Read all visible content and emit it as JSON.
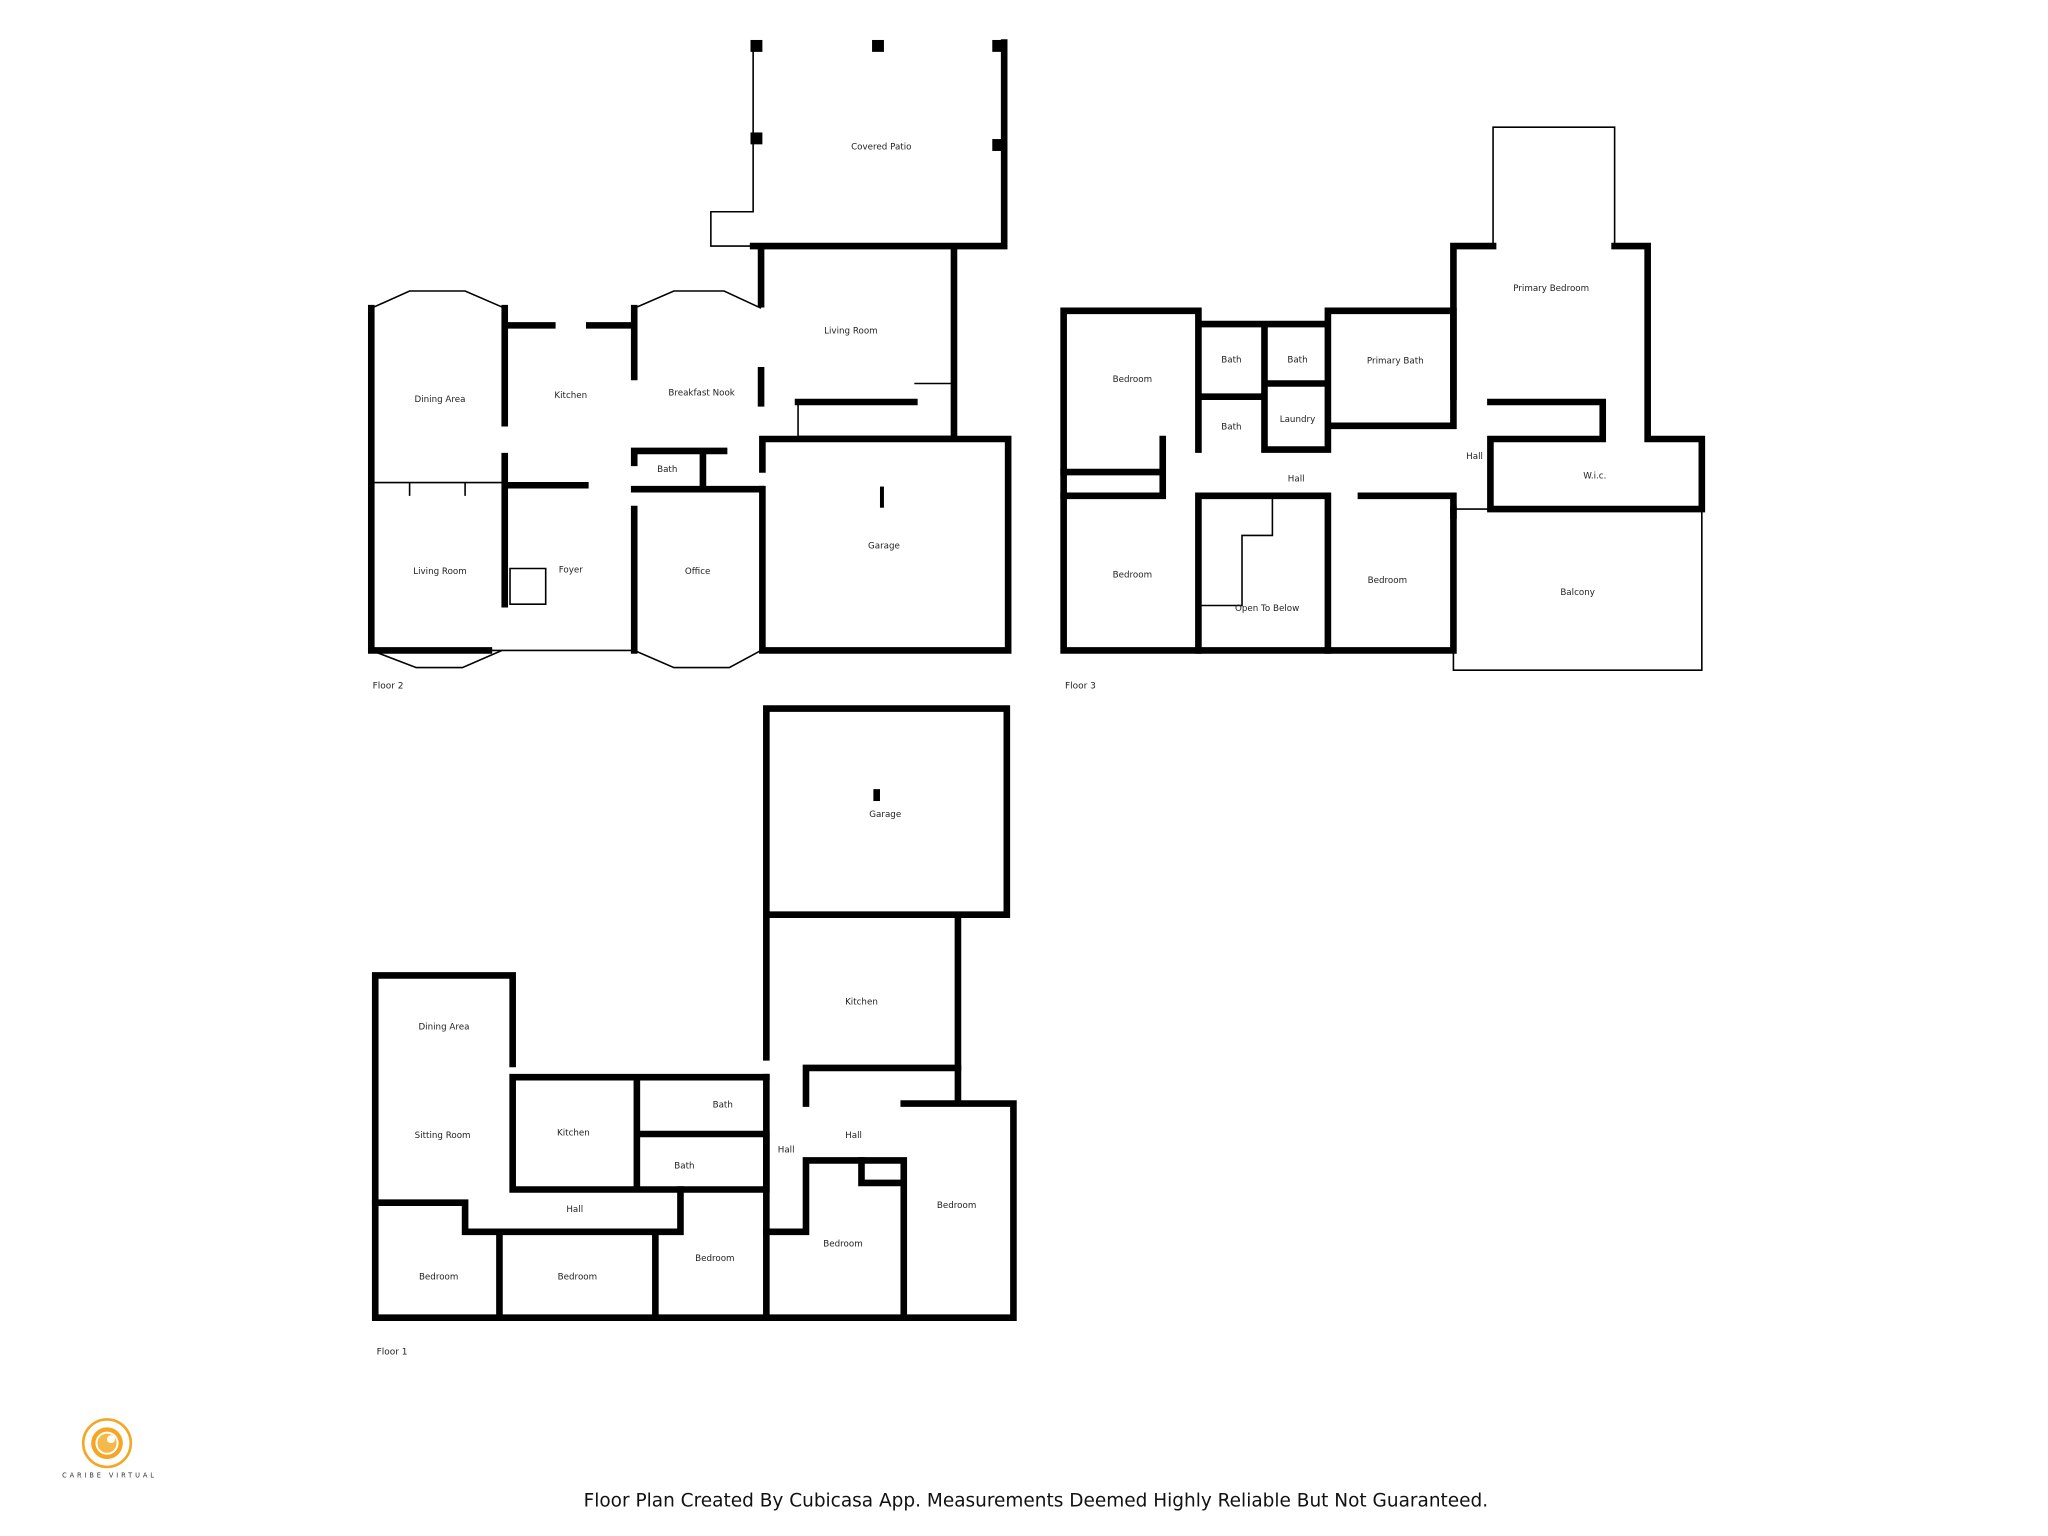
{
  "floors": {
    "floor2": {
      "label": "Floor 2",
      "rooms": [
        "Covered Patio",
        "Living Room",
        "Dining Area",
        "Kitchen",
        "Breakfast Nook",
        "Bath",
        "Living Room",
        "Foyer",
        "Office",
        "Garage"
      ]
    },
    "floor3": {
      "label": "Floor 3",
      "rooms": [
        "Primary Bedroom",
        "Bedroom",
        "Bath",
        "Bath",
        "Primary Bath",
        "Bath",
        "Laundry",
        "Hall",
        "Hall",
        "W.i.c.",
        "Bedroom",
        "Open To Below",
        "Bedroom",
        "Balcony"
      ]
    },
    "floor1": {
      "label": "Floor 1",
      "rooms": [
        "Garage",
        "Kitchen",
        "Dining Area",
        "Sitting Room",
        "Kitchen",
        "Bath",
        "Bath",
        "Hall",
        "Hall",
        "Hall",
        "Bedroom",
        "Bedroom",
        "Bedroom",
        "Bedroom",
        "Bedroom"
      ]
    }
  },
  "logo": {
    "brand": "CARIBE VIRTUAL",
    "color": "#f5a623"
  },
  "footer": {
    "disclaimer": "Floor Plan Created By Cubicasa App. Measurements Deemed Highly Reliable But Not Guaranteed."
  }
}
